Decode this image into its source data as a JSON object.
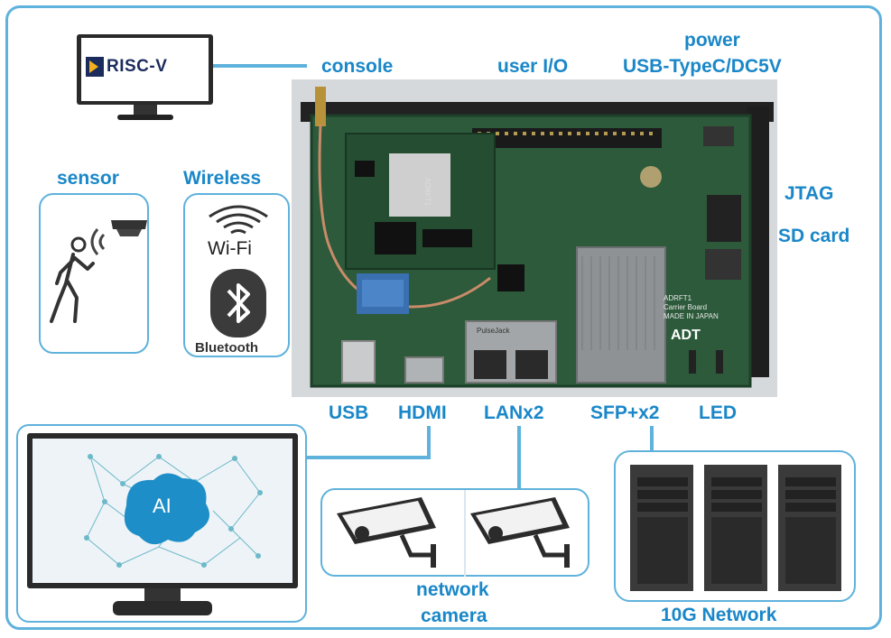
{
  "labels": {
    "console": "console",
    "user_io": "user I/O",
    "power_line1": "power",
    "power_line2": "USB-TypeC/DC5V",
    "sensor": "sensor",
    "wireless": "Wireless",
    "jtag": "JTAG",
    "sd_card": "SD card",
    "usb": "USB",
    "hdmi": "HDMI",
    "lan": "LANx2",
    "sfp": "SFP+x2",
    "led": "LED",
    "network_camera_line1": "network",
    "network_camera_line2": "camera",
    "network_10g": "10G Network"
  },
  "logos": {
    "riscv": "RISC-V",
    "wifi": "Wi-Fi",
    "bluetooth": "Bluetooth",
    "ai": "AI"
  },
  "board_silkscreen": {
    "brand": "ADRFT1",
    "title_line1": "ADRFT1",
    "title_line2": "Carrier Board",
    "made_in": "MADE IN JAPAN",
    "logo": "ADT",
    "jack": "PulseJack"
  },
  "icons": [
    "monitor-icon",
    "motion-sensor-icon",
    "wifi-icon",
    "bluetooth-icon",
    "cctv-camera-icon",
    "server-tower-icon",
    "ai-brain-icon"
  ],
  "colors": {
    "accent": "#1a87c8",
    "border": "#5fb2dc",
    "pcb": "#2c5a3a"
  }
}
